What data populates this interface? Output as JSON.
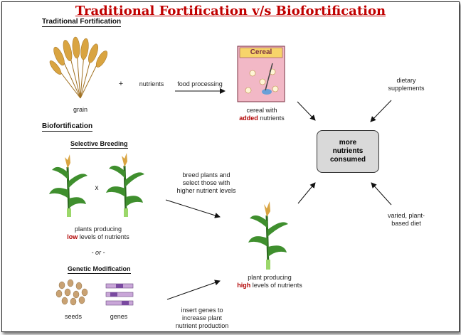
{
  "title": "Traditional Fortification v/s Biofortification",
  "sections": {
    "traditional": "Traditional Fortification",
    "bio": "Biofortification",
    "selective": "Selective Breeding",
    "genetic": "Genetic Modification"
  },
  "labels": {
    "grain": "grain",
    "plus": "+",
    "nutrients": "nutrients",
    "food_processing": "food processing",
    "cereal_line1": "cereal with",
    "cereal_added": "added",
    "cereal_line2": "nutrients",
    "cereal_box_text": "Cereal",
    "dietary": "dietary\nsupplements",
    "result": "more\nnutrients\nconsumed",
    "cross": "x",
    "breed": "breed plants and\nselect those with\nhigher nutrient levels",
    "low_line1": "plants producing",
    "low_word": "low",
    "low_line2": "levels of nutrients",
    "or": "- or -",
    "seeds": "seeds",
    "genes": "genes",
    "insert": "insert genes to\nincrease plant\nnutrient production",
    "high_line1": "plant producing",
    "high_word": "high",
    "high_line2": "levels of nutrients",
    "varied": "varied, plant-\nbased diet"
  },
  "colors": {
    "title": "#c00000",
    "emphasis": "#b00000",
    "leaf": "#3f8f2e",
    "leaf_dark": "#2d6b20",
    "wheat": "#d9a441",
    "box": "#d9d9d9",
    "cereal_box": "#f2b8c6"
  }
}
